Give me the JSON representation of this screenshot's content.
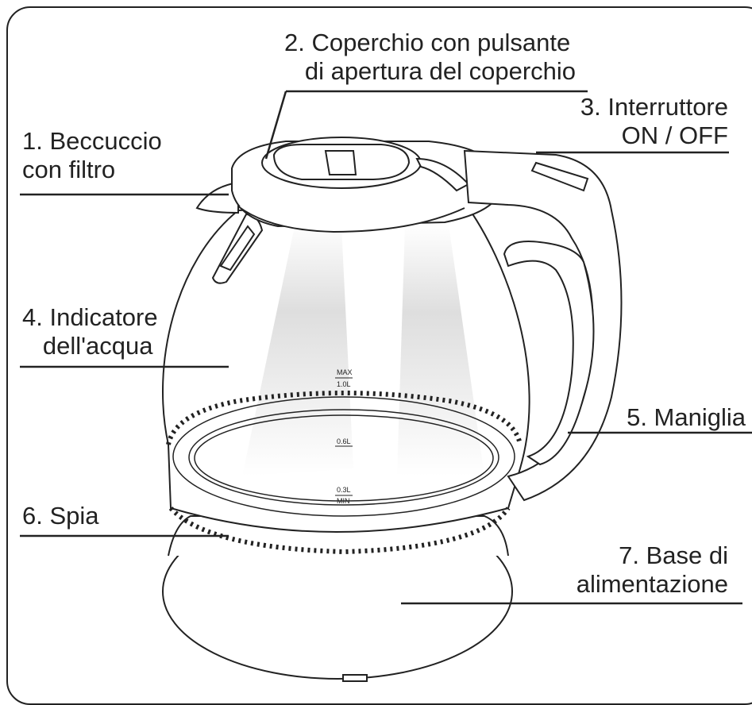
{
  "labels": {
    "spout": "1. Beccuccio\ncon filtro",
    "lid": "2. Coperchio con pulsante\n   di apertura del coperchio",
    "switch": "3. Interruttore\nON / OFF",
    "water_indicator": "4. Indicatore\n   dell'acqua",
    "handle": "5. Maniglia",
    "light": "6. Spia",
    "base": "7. Base di\nalimentazione"
  },
  "scale_marks": {
    "max": "MAX",
    "max_volume": "1.0L",
    "mid_volume": "0.6L",
    "min_volume": "0.3L",
    "min": "MIN"
  },
  "colors": {
    "outline": "#222222",
    "glass_highlight": "#d9d9d9",
    "background": "#ffffff"
  }
}
